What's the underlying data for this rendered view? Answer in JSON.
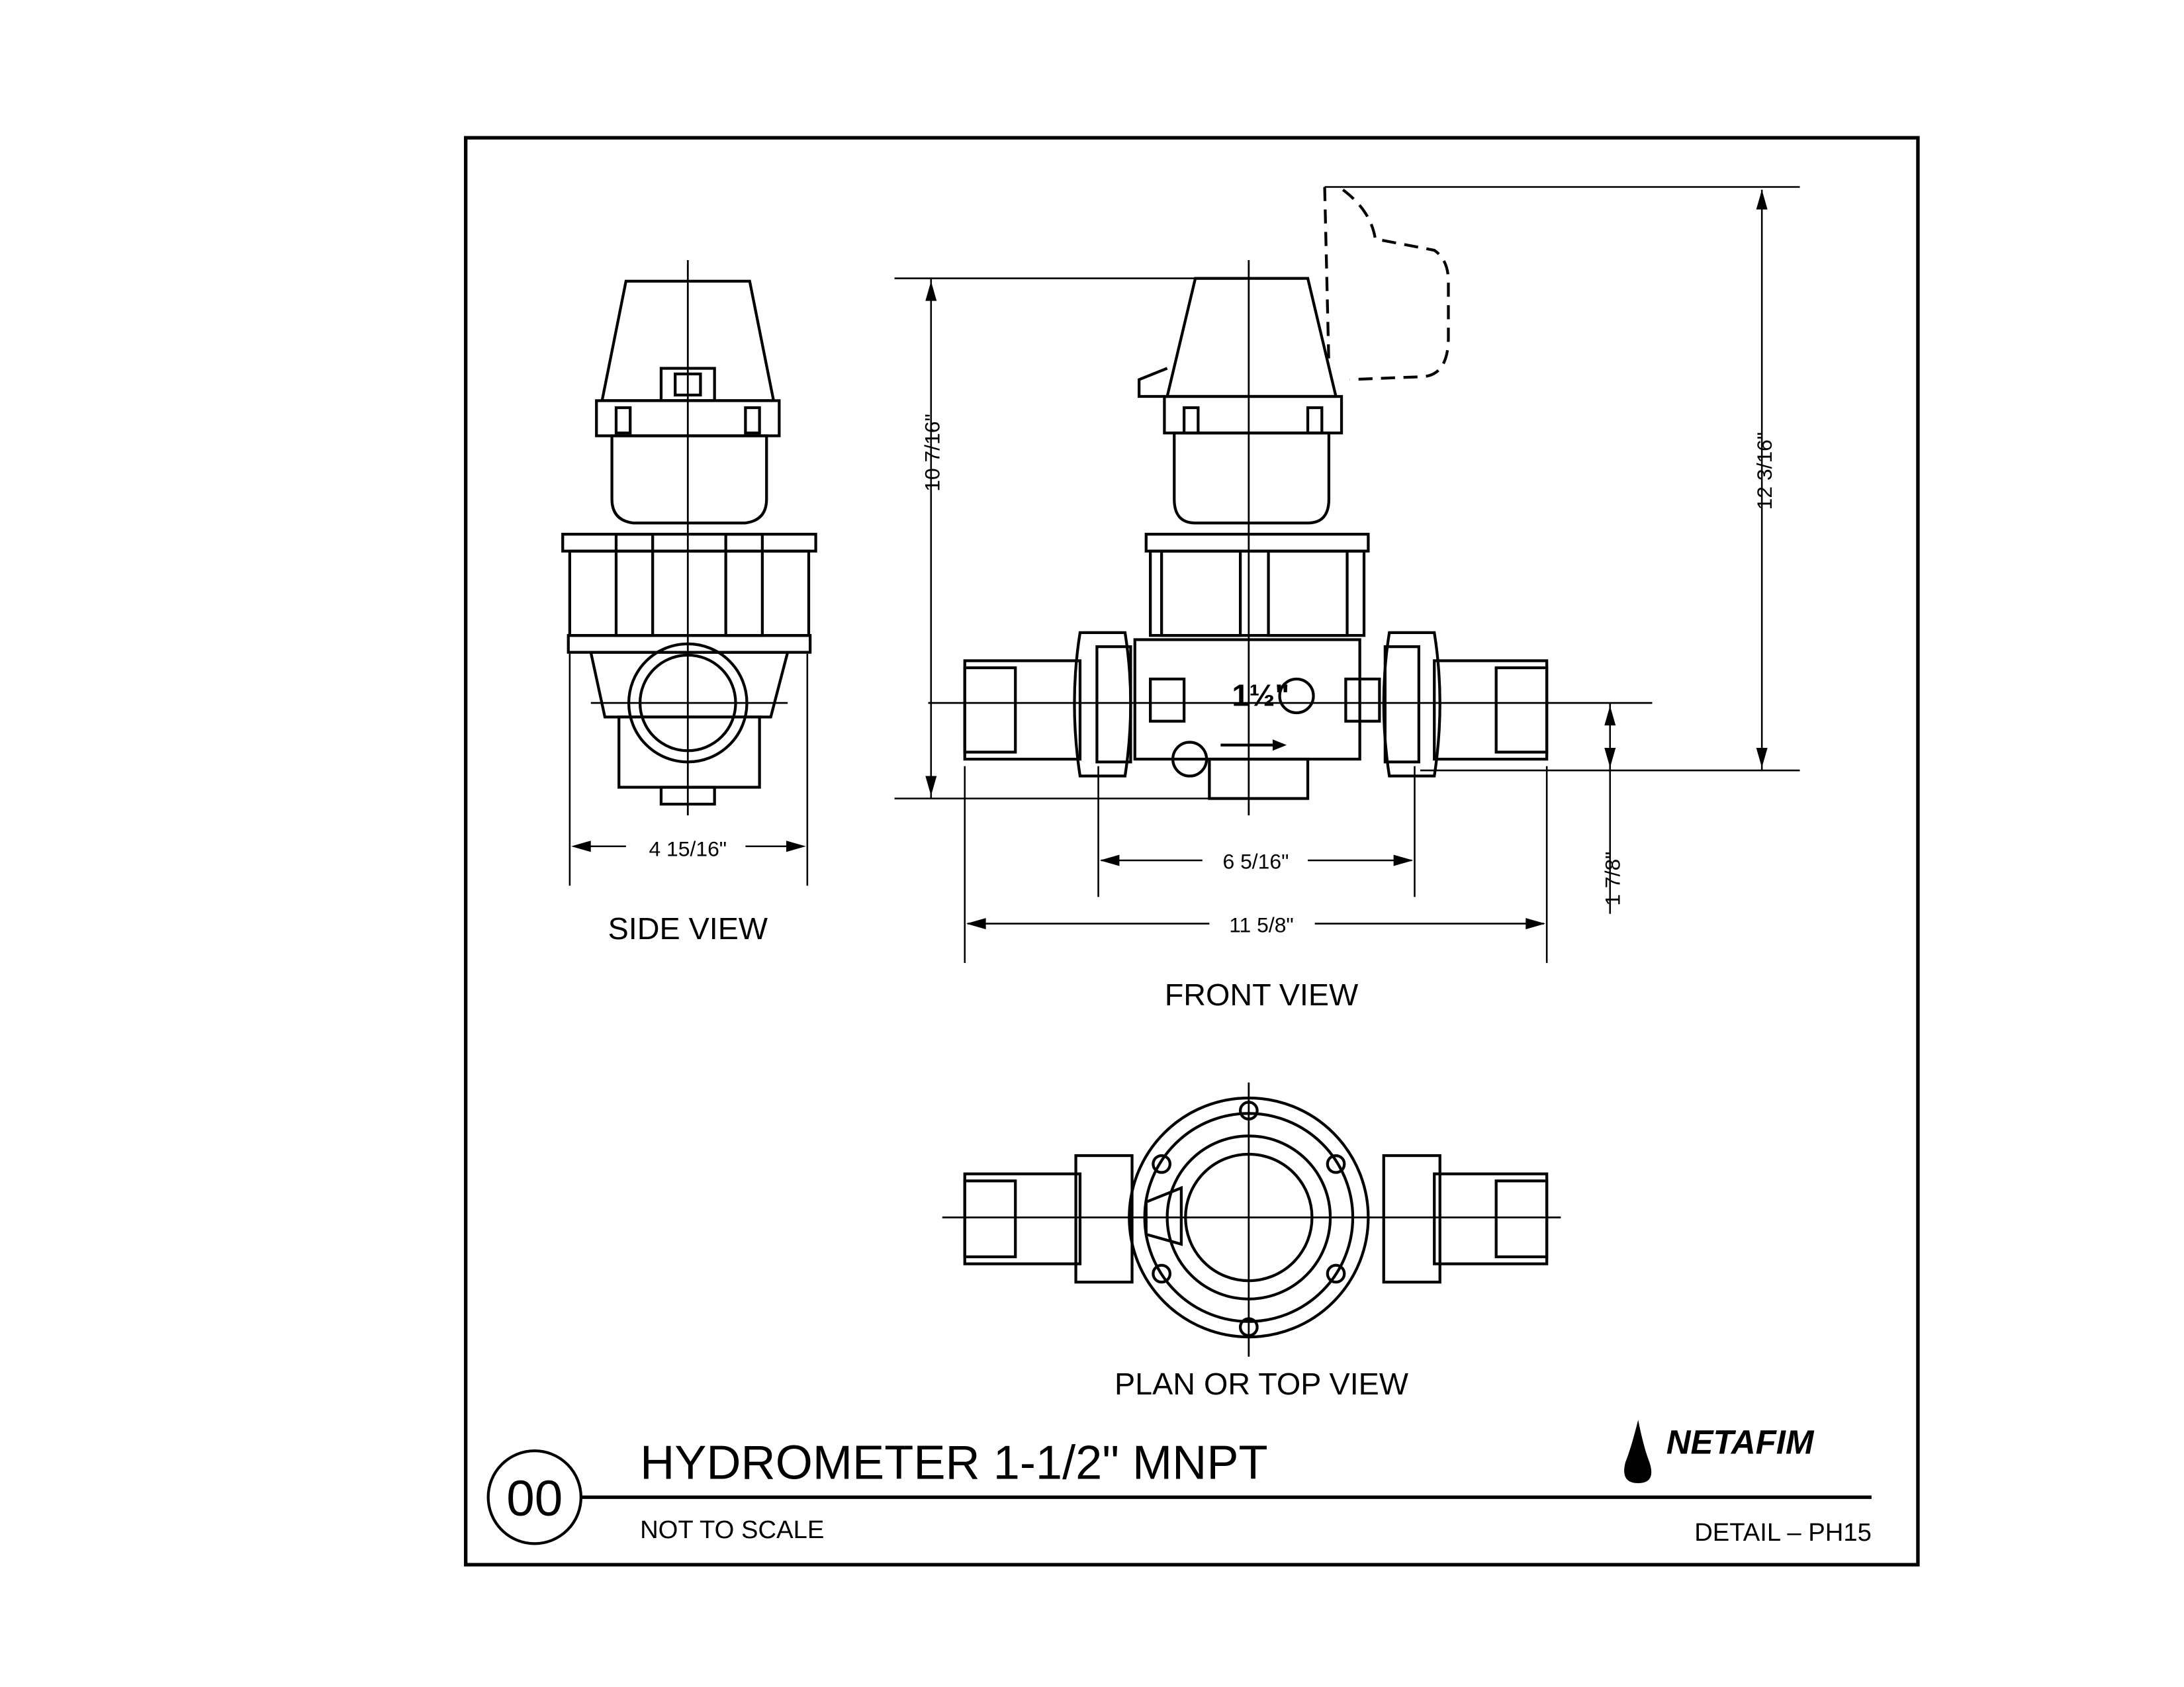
{
  "views": {
    "side": "SIDE VIEW",
    "front": "FRONT VIEW",
    "plan": "PLAN OR TOP VIEW"
  },
  "dimensions": {
    "side_width": "4 15/16\"",
    "front_height": "10 7/16\"",
    "front_height_open": "12 3/16\"",
    "body_length": "6 5/16\"",
    "overall_length": "11 5/8\"",
    "centerline_height": "1 7/8\"",
    "size_mark": "1½\""
  },
  "title_block": {
    "detail_number": "00",
    "title": "HYDROMETER 1-1/2\" MNPT",
    "scale_note": "NOT  TO  SCALE",
    "detail_ref": "DETAIL  –  PH15",
    "logo": "NETAFIM"
  }
}
